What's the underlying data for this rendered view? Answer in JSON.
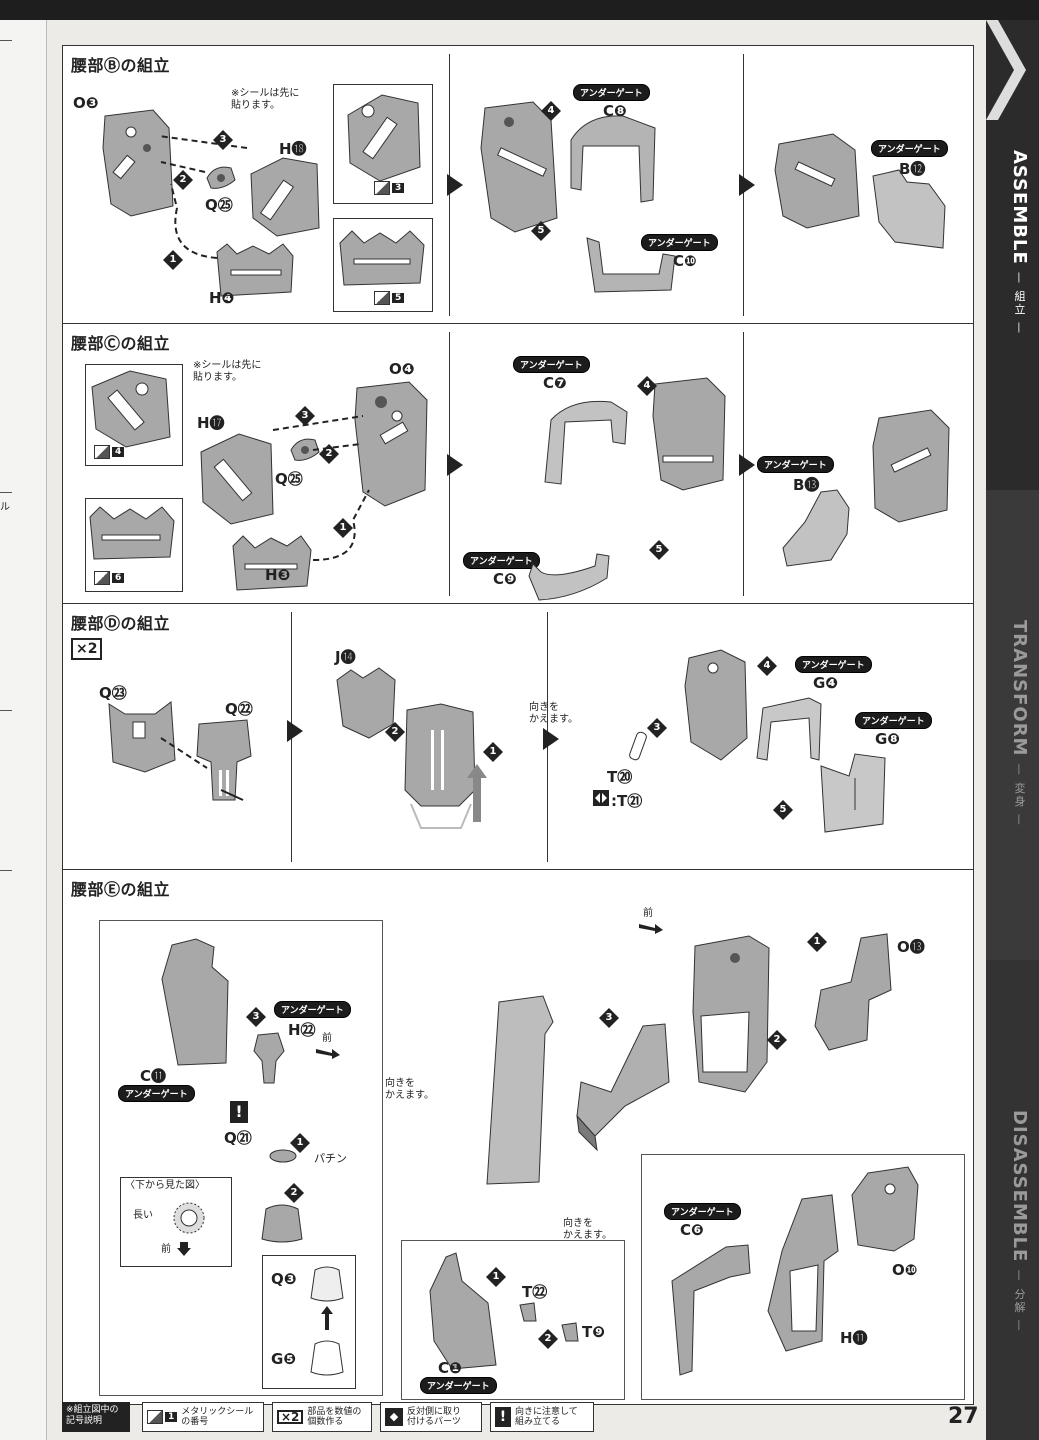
{
  "sections": {
    "b": {
      "title": "腰部Ⓑの組立",
      "note": "※シールは先に\n貼ります。",
      "labels": {
        "o": "O❸",
        "h18": "H⓲",
        "q25": "Q㉕",
        "h4": "H❹",
        "c8": "C❽",
        "c10": "C❿",
        "b12": "B⓬"
      },
      "stickers": [
        "3",
        "5"
      ],
      "steps": [
        "1",
        "2",
        "3",
        "4",
        "5"
      ]
    },
    "c": {
      "title": "腰部Ⓒの組立",
      "note": "※シールは先に\n貼ります。",
      "labels": {
        "o": "O❹",
        "h17": "H⓱",
        "q25": "Q㉕",
        "h3": "H❸",
        "c7": "C❼",
        "c9": "C❾",
        "b13": "B⓭"
      },
      "stickers": [
        "4",
        "6"
      ],
      "steps": [
        "1",
        "2",
        "3",
        "4",
        "5"
      ]
    },
    "d": {
      "title": "腰部Ⓓの組立",
      "x2": "×2",
      "note": "向きを\nかえます。",
      "labels": {
        "q23": "Q㉓",
        "q22": "Q㉒",
        "j14": "J⓮",
        "t20": "T⑳",
        "t21": ":T㉑",
        "g4": "G❹",
        "g8": "G❽"
      },
      "steps": [
        "1",
        "2",
        "3",
        "4",
        "5"
      ]
    },
    "e": {
      "title": "腰部Ⓔの組立",
      "front": "前",
      "note1": "向きを\nかえます。",
      "note2": "向きを\nかえます。",
      "bottom_view": "〈下から見た図〉",
      "long": "長い",
      "pachin": "パチン",
      "caution": "!",
      "labels": {
        "h22": "H㉒",
        "c11": "C⓫",
        "q21": "Q㉑",
        "q3": "Q❸",
        "g5": "G❺",
        "o13": "O⓭",
        "o10": "O❿",
        "c6": "C❻",
        "h11": "H⓫",
        "t22": "T㉒",
        "t9": "T❾",
        "c1": "C❶"
      },
      "steps": [
        "1",
        "2",
        "3"
      ]
    }
  },
  "gate_label": "アンダーゲート",
  "legend": {
    "title": "※組立図中の\n記号説明",
    "items": [
      {
        "mark": "1",
        "text": "メタリックシール\nの番号"
      },
      {
        "mark": "×2",
        "text": "部品を数値の\n個数作る"
      },
      {
        "mark": "◆",
        "text": "反対側に取り\n付けるパーツ"
      },
      {
        "mark": "!",
        "text": "向きに注意して\n組み立てる"
      }
    ]
  },
  "page_number": "27",
  "sidebar": {
    "assemble": "ASSEMBLE",
    "assemble_jp": "— 組立 —",
    "transform": "TRANSFORM",
    "transform_jp": "— 変身 —",
    "disassemble": "DISASSEMBLE",
    "disassemble_jp": "— 分解 —"
  },
  "left_margin_glyph": "ル",
  "colors": {
    "part_fill": "#a8a8a8",
    "part_dark": "#8c8c8c",
    "gate_bg": "#1c1c1c",
    "band": "#2b2b2b"
  }
}
